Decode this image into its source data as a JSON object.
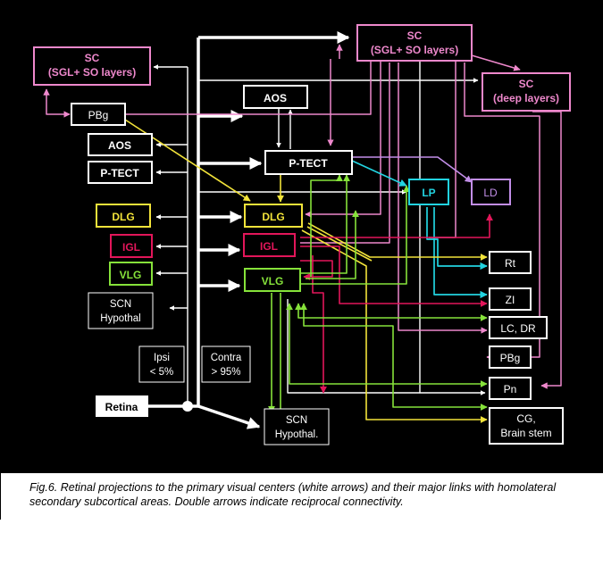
{
  "boxes": {
    "sc_left": [
      "SC",
      "(SGL+ SO layers)"
    ],
    "sc_top": [
      "SC",
      "(SGL+ SO layers)"
    ],
    "sc_deep": [
      "SC",
      "(deep layers)"
    ],
    "pbg_left": [
      "PBg"
    ],
    "aos_center": [
      "AOS"
    ],
    "aos_left": [
      "AOS"
    ],
    "ptect_left": [
      "P-TECT"
    ],
    "ptect_center": [
      "P-TECT"
    ],
    "lp": [
      "LP"
    ],
    "ld": [
      "LD"
    ],
    "dlg_left": [
      "DLG"
    ],
    "dlg_center": [
      "DLG"
    ],
    "igl_left": [
      "IGL"
    ],
    "igl_center": [
      "IGL"
    ],
    "vlg_left": [
      "VLG"
    ],
    "vlg_center": [
      "VLG"
    ],
    "scn_left": [
      "SCN",
      "Hypothal"
    ],
    "scn_center": [
      "SCN",
      "Hypothal."
    ],
    "rt": [
      "Rt"
    ],
    "zi": [
      "ZI"
    ],
    "lcdr": [
      "LC, DR"
    ],
    "pbg_right": [
      "PBg"
    ],
    "pn": [
      "Pn"
    ],
    "cg": [
      "CG,",
      "Brain stem"
    ],
    "ipsi": [
      "Ipsi",
      "< 5%"
    ],
    "contra": [
      "Contra",
      "> 95%"
    ],
    "retina": [
      "Retina"
    ]
  },
  "colors": {
    "background": "#000000",
    "retinal": "#ffffff",
    "sc_pink": "#ee88cc",
    "lp_cyan": "#22d3e0",
    "ld_violet": "#c28ee8",
    "dlg_yellow": "#f2e33a",
    "igl_red": "#e2165a",
    "vlg_green": "#86e23a"
  },
  "caption": "Fig.6. Retinal projections to the primary visual centers (white arrows) and their major links with homolateral secondary subcortical areas. Double arrows indicate reciprocal connectivity."
}
